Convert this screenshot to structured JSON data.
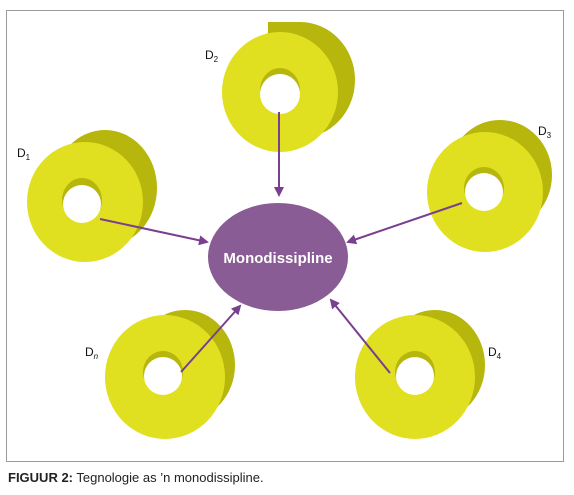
{
  "center_label": "Monodissipline",
  "disciplines": [
    {
      "id": "d1",
      "base": "D",
      "sub": "1"
    },
    {
      "id": "d2",
      "base": "D",
      "sub": "2"
    },
    {
      "id": "d3",
      "base": "D",
      "sub": "3"
    },
    {
      "id": "d4",
      "base": "D",
      "sub": "4"
    },
    {
      "id": "dn",
      "base": "D",
      "sub": "n"
    }
  ],
  "caption": {
    "prefix": "FIGUUR 2:",
    "text": " Tegnologie as ’n monodissipline."
  },
  "colors": {
    "ring_face": "#e0e020",
    "ring_side": "#b6b60c",
    "ring_hole": "#ffffff",
    "center_fill": "#8a5c95",
    "center_text": "#ffffff",
    "arrow": "#7a3f8f"
  }
}
